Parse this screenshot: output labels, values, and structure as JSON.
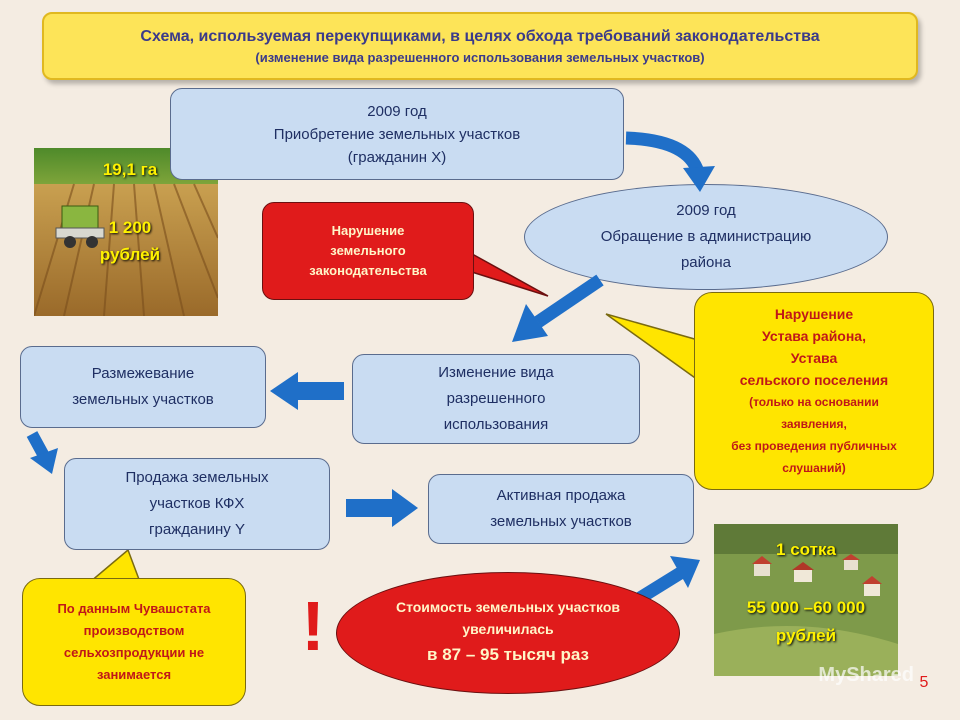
{
  "header": {
    "title": "Схема, используемая перекупщиками, в целях обхода требований законодательства",
    "subtitle": "(изменение вида разрешенного использования земельных участков)"
  },
  "steps": {
    "acquisition": [
      "2009 год",
      "Приобретение земельных участков",
      "(гражданин Х)"
    ],
    "application": [
      "2009 год",
      "Обращение в администрацию",
      "района"
    ],
    "change_use": [
      "Изменение вида",
      "разрешенного",
      "использования"
    ],
    "demarcation": [
      "Размежевание",
      "земельных участков"
    ],
    "sale_kfh": [
      "Продажа земельных",
      "участков  КФХ",
      "гражданину Y"
    ],
    "active_sale": [
      "Активная продажа",
      "земельных участков"
    ]
  },
  "callouts": {
    "land_law_violation": [
      "Нарушение",
      "земельного",
      "законодательства"
    ],
    "charter_violation": [
      "Нарушение",
      "Устава района,",
      "Устава",
      "сельского поселения",
      "(только на основании",
      "заявления,",
      "без проведения публичных",
      "слушаний)"
    ],
    "chuvashstat": [
      "По данным Чувашстата",
      "производством",
      "сельхозпродукции не",
      "занимается"
    ],
    "cost_increase": [
      "Стоимость земельных участков",
      "увеличилась",
      "в 87 – 95 тысяч раз"
    ]
  },
  "photos": {
    "field": {
      "area": "19,1 га",
      "price_line1": "1 200",
      "price_line2": "рублей"
    },
    "village": {
      "unit": "1 сотка",
      "price_line1": "55 000 –60 000",
      "price_line2": "рублей"
    }
  },
  "exclamation": "!",
  "slide_number": "5",
  "watermark": "MyShared",
  "colors": {
    "title_fill": "#fde458",
    "box_fill": "#c9dcf2",
    "alert_red": "#e01b1b",
    "note_yellow": "#ffe500",
    "arrow_blue": "#1f6fc8"
  }
}
